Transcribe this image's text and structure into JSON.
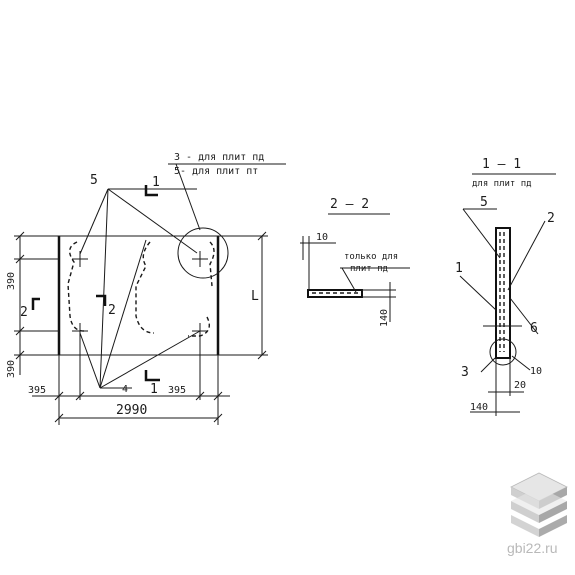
{
  "plan": {
    "note_line1": "3 - для плит пд",
    "note_line2": "5- для плит пт",
    "callout_5": "5",
    "callout_4": "4",
    "section_marks": {
      "one_top": "1",
      "one_bottom": "1",
      "two_left": "2",
      "two_mid": "2"
    },
    "dims": {
      "height_top": "390",
      "height_bottom": "390",
      "left_offset": "395",
      "right_offset": "395",
      "total_width": "2990",
      "length": "L"
    }
  },
  "section_2_2": {
    "title": "2 — 2",
    "dim_10": "10",
    "note_line1": "только для",
    "note_line2": "плит пд",
    "dim_140": "140"
  },
  "section_1_1": {
    "title": "1 — 1",
    "subtitle": "для плит пд",
    "callouts": {
      "c5": "5",
      "c2": "2",
      "c1": "1",
      "c6": "6",
      "c3": "3",
      "c10": "10"
    },
    "dim_20": "20",
    "dim_140": "140"
  },
  "watermark": {
    "text": "gbi22.ru"
  },
  "colors": {
    "ink": "#1a1a1a",
    "logo_light": "#d9d9d9",
    "logo_dark": "#9a9a9a",
    "watermark": "#b9b9b9"
  }
}
